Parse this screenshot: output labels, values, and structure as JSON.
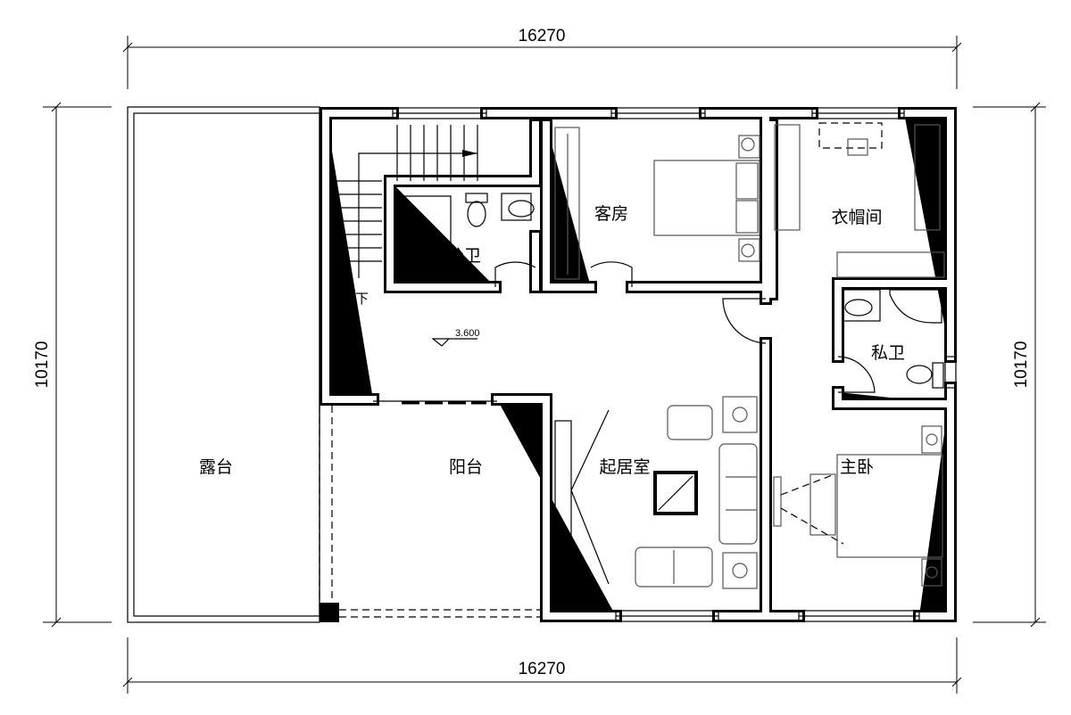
{
  "dimensions": {
    "top_width": "16270",
    "bottom_width": "16270",
    "left_depth": "10170",
    "right_depth": "10170"
  },
  "rooms": {
    "terrace": "露台",
    "balcony": "阳台",
    "living_room": "起居室",
    "guest_room": "客房",
    "public_bathroom": "公卫",
    "cloakroom": "衣帽间",
    "private_bathroom": "私卫",
    "master_bedroom": "主卧"
  },
  "annotations": {
    "stair_down": "下",
    "floor_level": "3.600"
  }
}
